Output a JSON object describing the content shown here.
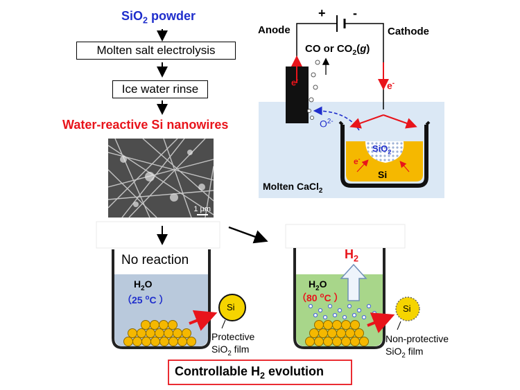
{
  "flow": {
    "start_prefix": "SiO",
    "start_sub": "2",
    "start_suffix": " powder",
    "step1": "Molten salt  electrolysis",
    "step2": "Ice water rinse",
    "result": "Water-reactive Si nanowires",
    "scale_bar": "1 µm"
  },
  "cell": {
    "plus": "+",
    "minus": "-",
    "anode": "Anode",
    "cathode": "Cathode",
    "gas_prefix": "CO or CO",
    "gas_sub": "2",
    "gas_open": "(",
    "gas_g": "g",
    "gas_close": ")",
    "e_anode": "e",
    "e_cathode": "e",
    "e_inner": "e",
    "e_sup": "-",
    "oxide_ion": "O",
    "oxide_sup": "2-",
    "sio2_prefix": "SiO",
    "sio2_sub": "2",
    "si_label": "Si",
    "electrolyte_prefix": "Molten CaCl",
    "electrolyte_sub": "2"
  },
  "beaker_left": {
    "title": "No reaction",
    "water_prefix": "H",
    "water_sub": "2",
    "water_suffix": "O",
    "temp_open": "（25 ",
    "temp_deg": "o",
    "temp_close": "C ）",
    "particle": "Si",
    "film_line1": "Protective",
    "film_line2_prefix": "SiO",
    "film_line2_sub": "2",
    "film_line2_suffix": " film"
  },
  "beaker_right": {
    "gas_prefix": "H",
    "gas_sub": "2",
    "water_prefix": "H",
    "water_sub": "2",
    "water_suffix": "O",
    "temp_open": "（80 ",
    "temp_deg": "o",
    "temp_close": "C ）",
    "particle": "Si",
    "film_line1": "Non-protective",
    "film_line2_prefix": "SiO",
    "film_line2_sub": "2",
    "film_line2_suffix": " film"
  },
  "conclusion": {
    "prefix": "Controllable H",
    "sub": "2",
    "suffix": " evolution"
  },
  "colors": {
    "blue_text": "#1f2ecc",
    "red_text": "#e8141b",
    "molten_bg": "#dbe8f5",
    "gold": "#f5b800",
    "water_cold": "#b9c9dc",
    "water_hot": "#a8d68a"
  }
}
